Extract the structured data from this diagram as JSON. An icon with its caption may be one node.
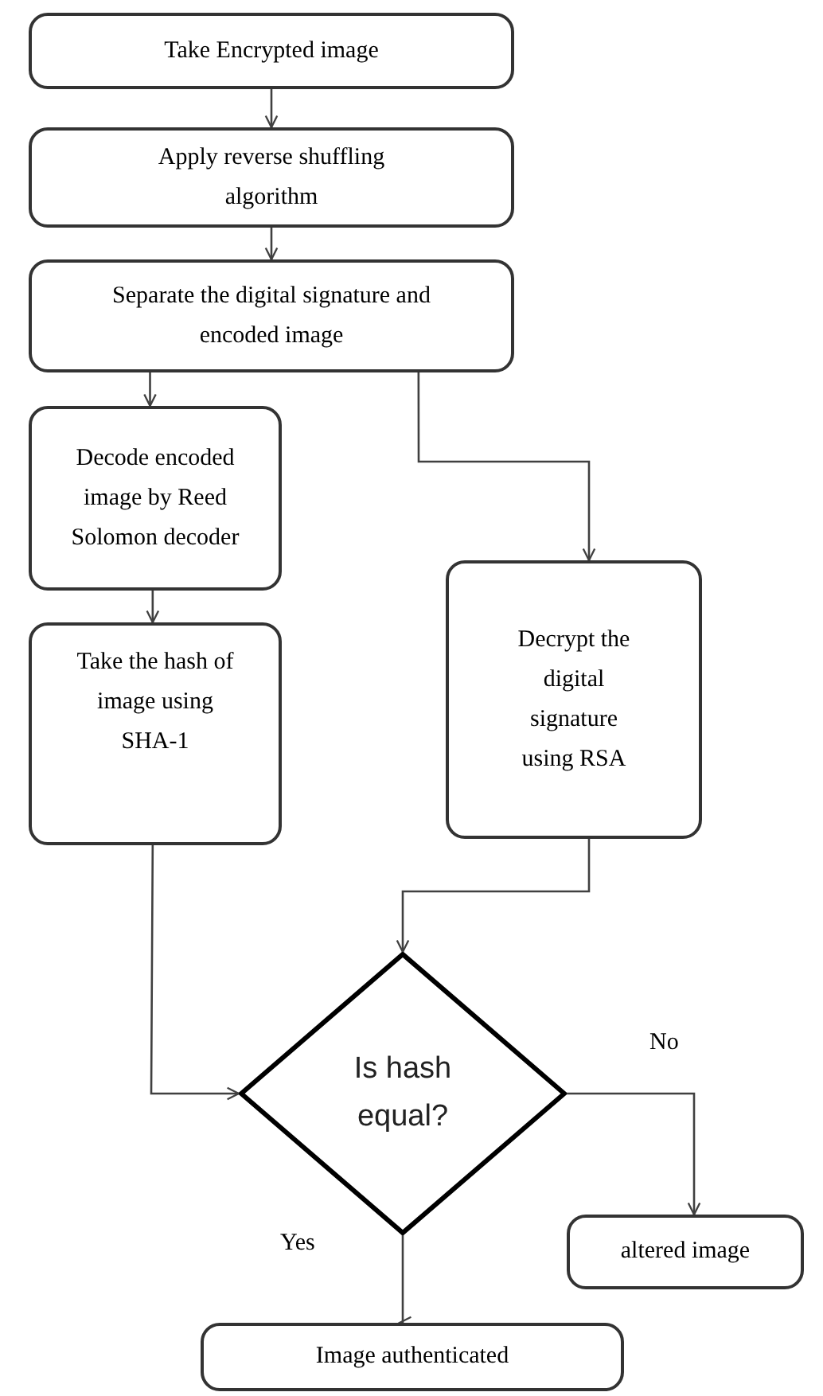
{
  "diagram": {
    "nodes": [
      {
        "text": [
          "Take Encrypted image"
        ]
      },
      {
        "text": [
          "Apply reverse shuffling algorithm"
        ]
      },
      {
        "text": [
          "Separate the digital signature and encoded image"
        ]
      },
      {
        "text": [
          "Decode encoded image by Reed Solomon decoder"
        ]
      },
      {
        "text": [
          "Take the hash of image using SHA-1"
        ]
      },
      {
        "text": [
          "Decrypt the digital signature using RSA"
        ]
      },
      {
        "text": [
          "Is hash equal?"
        ]
      },
      {
        "text": [
          "altered image"
        ]
      },
      {
        "text": [
          "Image authenticated"
        ]
      }
    ],
    "edges": [
      {
        "from": 0,
        "to": 1,
        "arrow": "to"
      },
      {
        "from": 1,
        "to": 2,
        "arrow": "to"
      },
      {
        "from": 2,
        "to": 3,
        "arrow": "to"
      },
      {
        "from": 3,
        "to": 4,
        "arrow": "to"
      },
      {
        "from": 2,
        "to": 5,
        "arrow": "to"
      },
      {
        "from": 5,
        "to": 6,
        "arrow": "to"
      },
      {
        "from": 4,
        "to": 6,
        "arrow": "to"
      },
      {
        "from": 6,
        "to": 7,
        "arrow": "to",
        "label": "No"
      },
      {
        "from": 6,
        "to": 8,
        "arrow": "to",
        "label": "Yes"
      }
    ]
  }
}
